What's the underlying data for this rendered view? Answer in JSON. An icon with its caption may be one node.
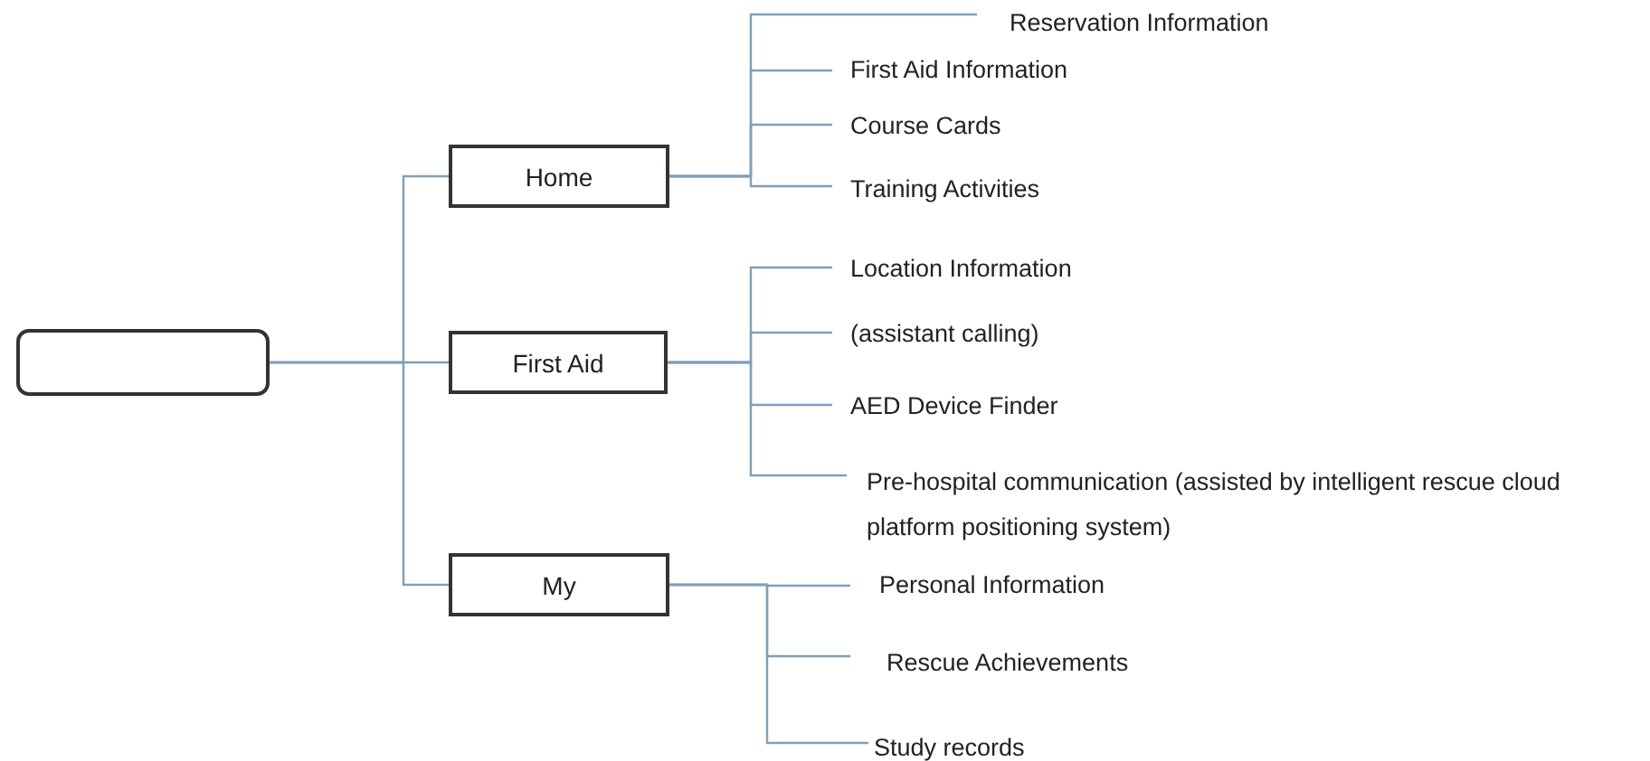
{
  "diagram": {
    "nodes": [
      {
        "text": [],
        "shape": "box"
      },
      {
        "text": [
          "Home"
        ]
      },
      {
        "text": [
          "Reservation Information"
        ]
      },
      {
        "text": [
          "First Aid Information"
        ]
      },
      {
        "text": [
          "Course Cards"
        ]
      },
      {
        "text": [
          "Training Activities"
        ]
      },
      {
        "text": [
          "First Aid"
        ]
      },
      {
        "text": [
          "Location Information"
        ]
      },
      {
        "text": [
          "(assistant calling)"
        ]
      },
      {
        "text": [
          "AED Device Finder"
        ]
      },
      {
        "text": [
          "Pre-hospital communication (assisted by intelligent rescue cloud platform positioning system)"
        ]
      },
      {
        "text": [
          "My"
        ]
      },
      {
        "text": [
          "Personal Information"
        ]
      },
      {
        "text": [
          "Rescue Achievements"
        ]
      },
      {
        "text": [
          "Study records"
        ]
      }
    ],
    "edges": [
      {
        "from": 0,
        "to": 1,
        "arrow": "none"
      },
      {
        "from": 0,
        "to": 6,
        "arrow": "none"
      },
      {
        "from": 0,
        "to": 11,
        "arrow": "none"
      },
      {
        "from": 1,
        "to": 2,
        "arrow": "none"
      },
      {
        "from": 1,
        "to": 3,
        "arrow": "none"
      },
      {
        "from": 1,
        "to": 4,
        "arrow": "none"
      },
      {
        "from": 1,
        "to": 5,
        "arrow": "none"
      },
      {
        "from": 6,
        "to": 7,
        "arrow": "none"
      },
      {
        "from": 6,
        "to": 8,
        "arrow": "none"
      },
      {
        "from": 6,
        "to": 9,
        "arrow": "none"
      },
      {
        "from": 6,
        "to": 10,
        "arrow": "none"
      },
      {
        "from": 11,
        "to": 12,
        "arrow": "none"
      },
      {
        "from": 11,
        "to": 13,
        "arrow": "none"
      },
      {
        "from": 11,
        "to": 14,
        "arrow": "none"
      }
    ]
  }
}
